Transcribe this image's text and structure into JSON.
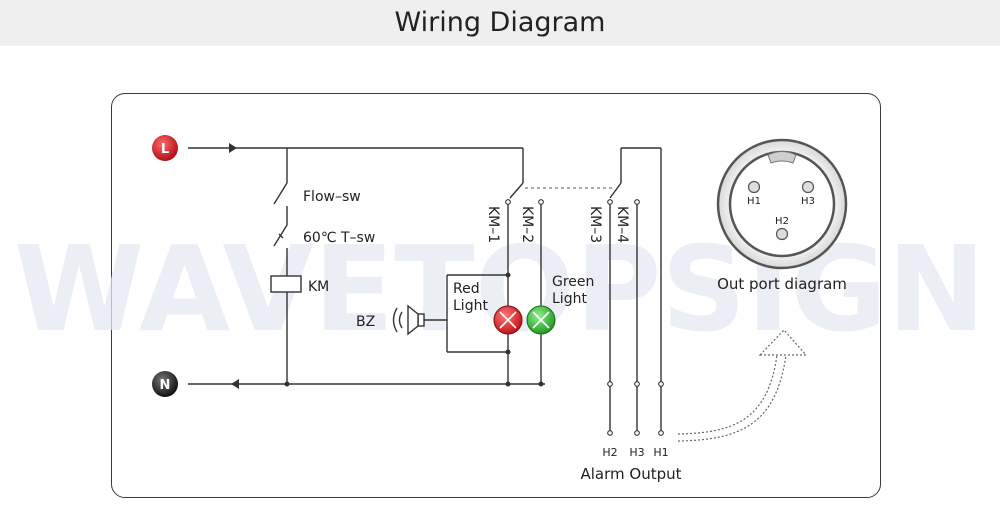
{
  "title": "Wiring Diagram",
  "watermark": "WAVETOPSIGN",
  "terminals": {
    "line": "L",
    "neutral": "N"
  },
  "labels": {
    "flow_sw": "Flow–sw",
    "temp_sw": "60℃ T–sw",
    "km": "KM",
    "km1": "KM–1",
    "km2": "KM–2",
    "km3": "KM–3",
    "km4": "KM–4",
    "red_light_1": "Red",
    "red_light_2": "Light",
    "green_light_1": "Green",
    "green_light_2": "Light",
    "bz": "BZ",
    "out_port": "Out port diagram",
    "alarm_output": "Alarm Output",
    "pin_h1": "H1",
    "pin_h2": "H2",
    "pin_h3": "H3"
  },
  "colors": {
    "line_terminal": "#c8161d",
    "neutral_terminal": "#2a2a2a",
    "red_light": "#d4202a",
    "green_light": "#2fae2f",
    "wire": "#333333"
  }
}
